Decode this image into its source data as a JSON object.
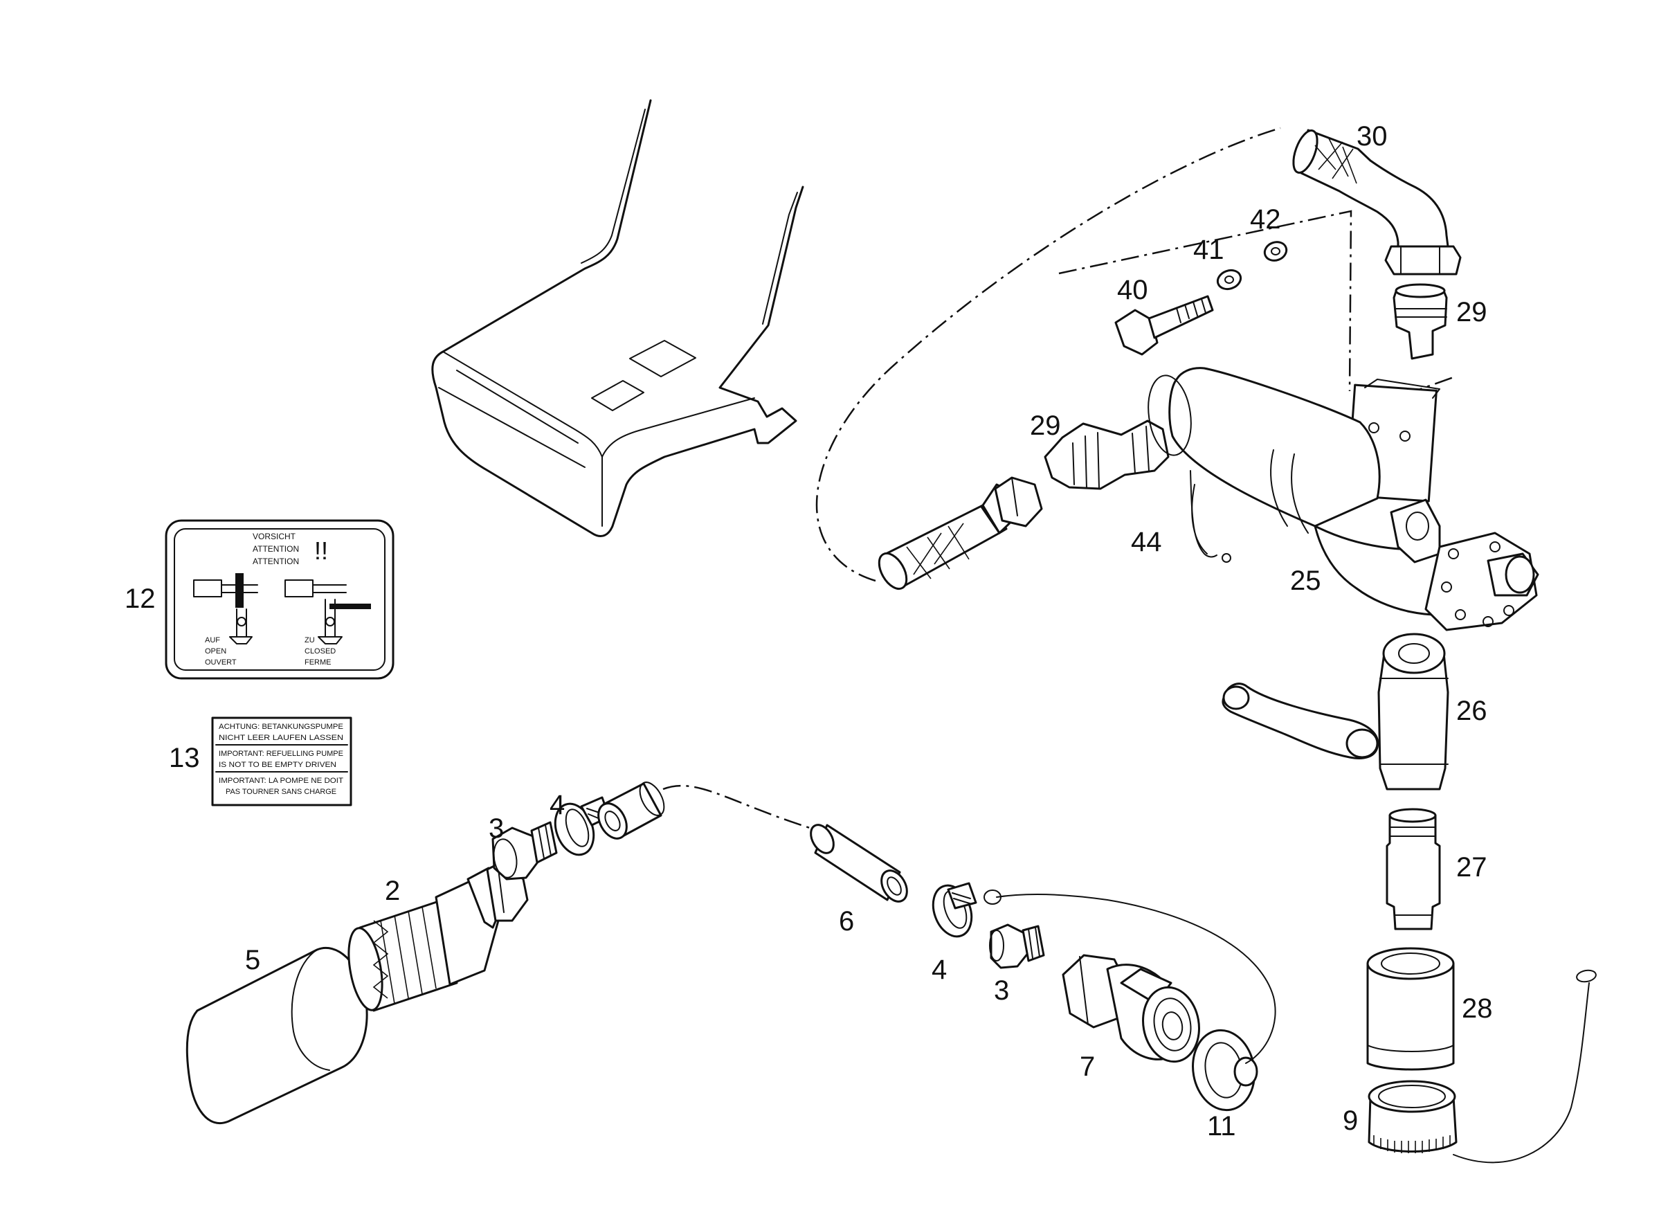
{
  "callouts": [
    {
      "id": "c30",
      "text": "30"
    },
    {
      "id": "c42",
      "text": "42"
    },
    {
      "id": "c41",
      "text": "41"
    },
    {
      "id": "c40",
      "text": "40"
    },
    {
      "id": "c29a",
      "text": "29"
    },
    {
      "id": "c29b",
      "text": "29"
    },
    {
      "id": "c44",
      "text": "44"
    },
    {
      "id": "c25",
      "text": "25"
    },
    {
      "id": "c26",
      "text": "26"
    },
    {
      "id": "c27",
      "text": "27"
    },
    {
      "id": "c28",
      "text": "28"
    },
    {
      "id": "c9",
      "text": "9"
    },
    {
      "id": "c12",
      "text": "12"
    },
    {
      "id": "c13",
      "text": "13"
    },
    {
      "id": "c2",
      "text": "2"
    },
    {
      "id": "c3a",
      "text": "3"
    },
    {
      "id": "c4a",
      "text": "4"
    },
    {
      "id": "c5",
      "text": "5"
    },
    {
      "id": "c6",
      "text": "6"
    },
    {
      "id": "c4b",
      "text": "4"
    },
    {
      "id": "c3b",
      "text": "3"
    },
    {
      "id": "c7",
      "text": "7"
    },
    {
      "id": "c11",
      "text": "11"
    }
  ],
  "decal_12": {
    "warning_lines": [
      "VORSICHT",
      "ATTENTION",
      "ATTENTION"
    ],
    "exclamation": "!!",
    "open_lines": [
      "AUF",
      "OPEN",
      "OUVERT"
    ],
    "closed_lines": [
      "ZU",
      "CLOSED",
      "FERME"
    ]
  },
  "decal_13": {
    "lines": [
      "ACHTUNG: BETANKUNGSPUMPE",
      "NICHT LEER LAUFEN LASSEN",
      "IMPORTANT: REFUELLING PUMPE",
      "IS NOT TO BE EMPTY DRIVEN",
      "IMPORTANT: LA POMPE NE DOIT",
      "PAS TOURNER SANS CHARGE"
    ]
  }
}
